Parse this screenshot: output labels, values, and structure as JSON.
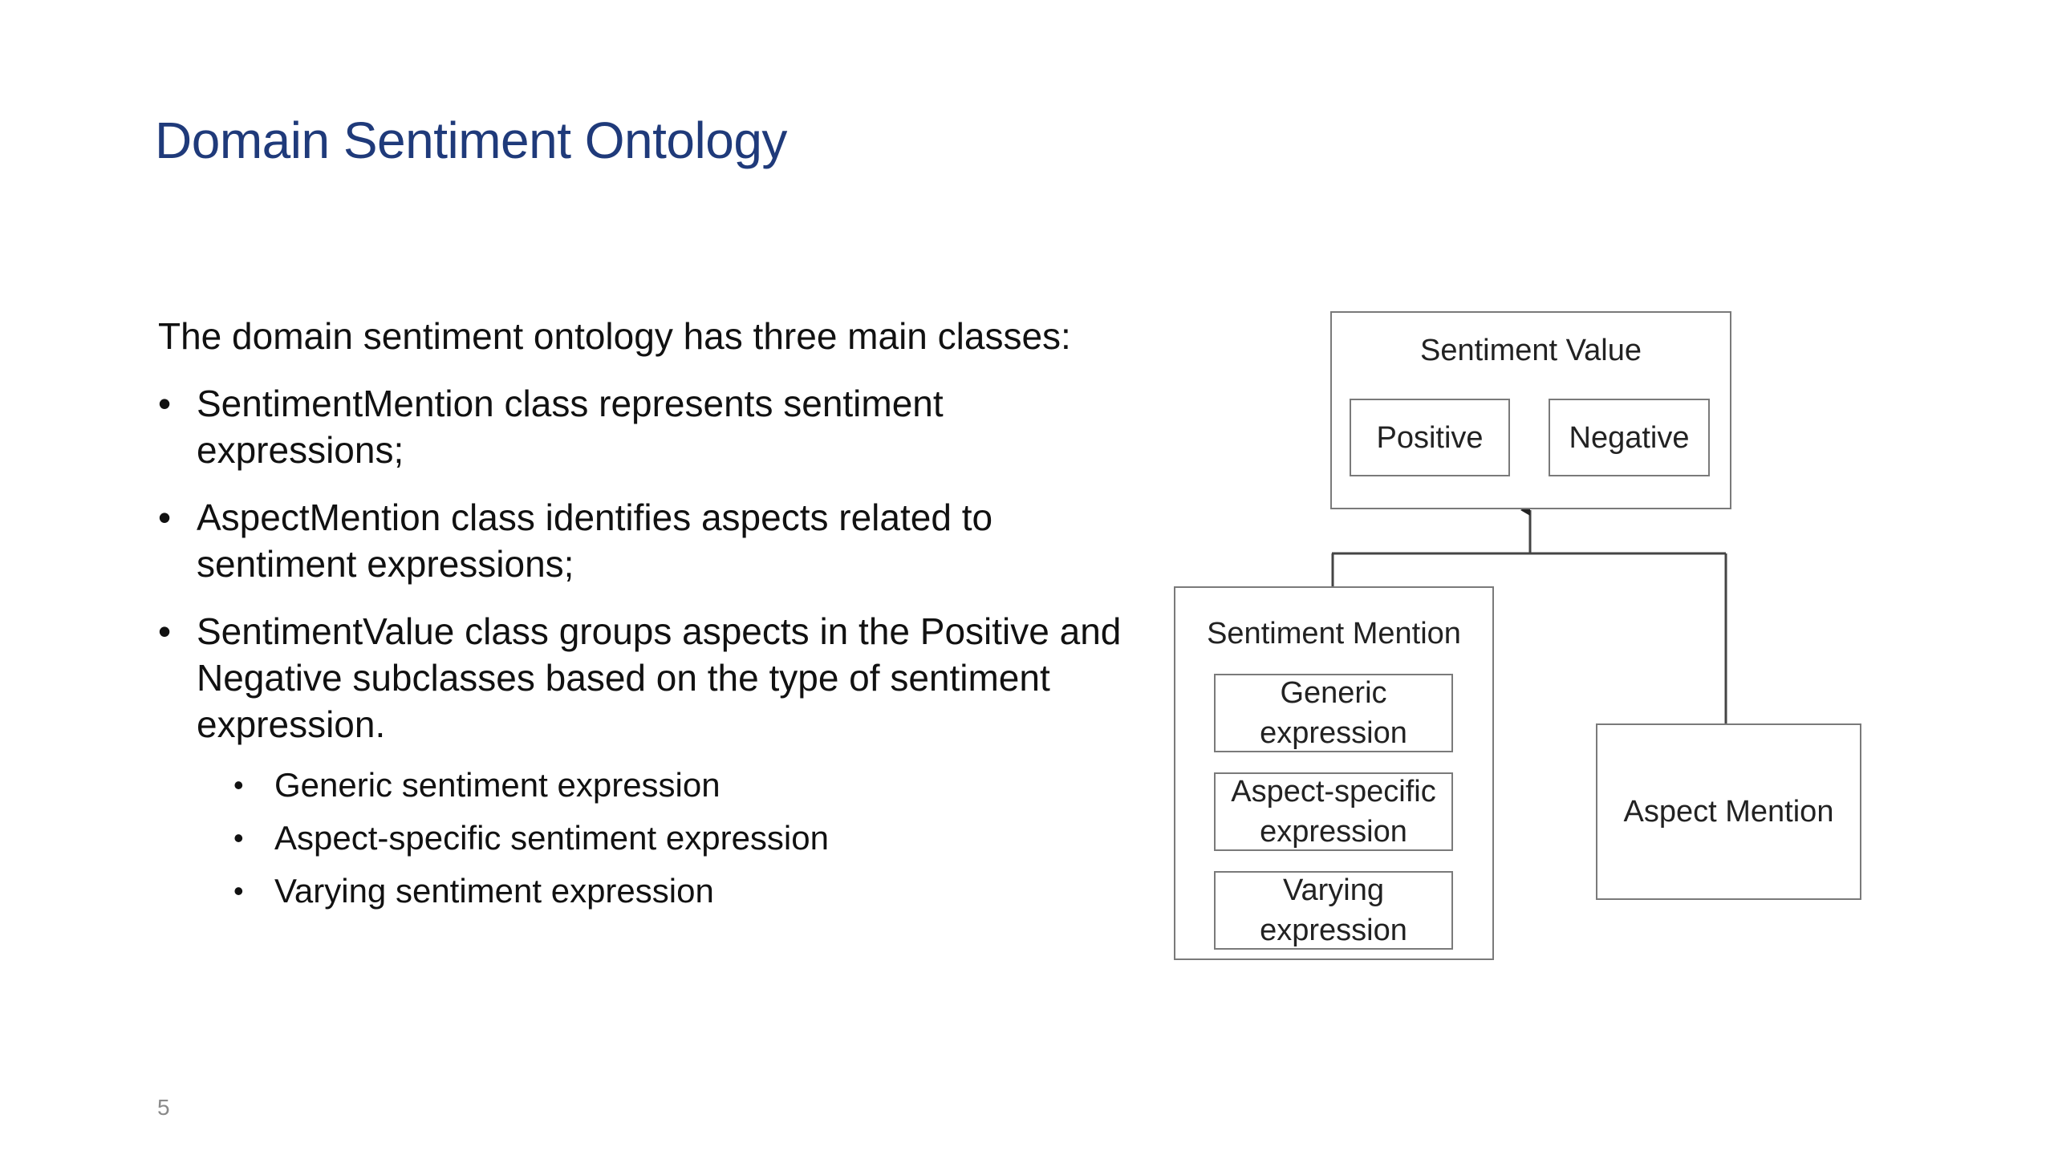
{
  "slide": {
    "title": "Domain Sentiment Ontology",
    "intro": "The domain sentiment ontology has three main classes:",
    "bullets": [
      "SentimentMention class represents sentiment expressions;",
      "AspectMention class identifies aspects related to sentiment expressions;",
      "SentimentValue class groups aspects in the Positive and Negative subclasses based on the type of sentiment expression."
    ],
    "sub_bullets": [
      "Generic sentiment expression",
      "Aspect-specific sentiment expression",
      "Varying sentiment expression"
    ],
    "bullet_glyph": "•",
    "page_number": "5"
  },
  "diagram": {
    "sentiment_value": {
      "label": "Sentiment Value",
      "children": [
        "Positive",
        "Negative"
      ]
    },
    "sentiment_mention": {
      "label": "Sentiment Mention",
      "children": [
        "Generic expression",
        "Aspect-specific expression",
        "Varying expression"
      ]
    },
    "aspect_mention": {
      "label": "Aspect Mention"
    },
    "line_color": "#444444",
    "border_color": "#7a7a7a",
    "title_color": "#1f3a7a"
  }
}
